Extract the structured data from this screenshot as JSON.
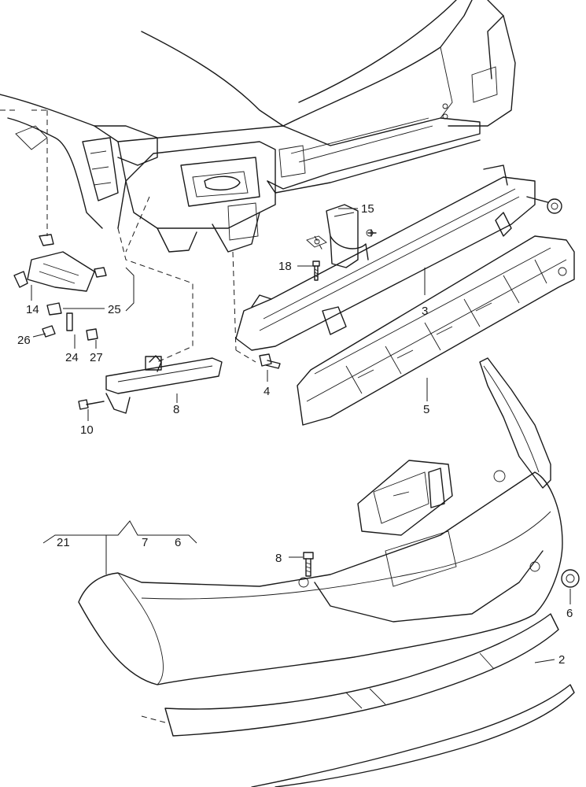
{
  "callouts": {
    "c15": "15",
    "c18": "18",
    "c3": "3",
    "c4": "4",
    "c5": "5",
    "c14": "14",
    "c25": "25",
    "c26": "26",
    "c24": "24",
    "c27": "27",
    "c8a": "8",
    "c10": "10",
    "c21": "21",
    "c7": "7",
    "c6a": "6",
    "c8b": "8",
    "c6b": "6",
    "c2": "2"
  }
}
